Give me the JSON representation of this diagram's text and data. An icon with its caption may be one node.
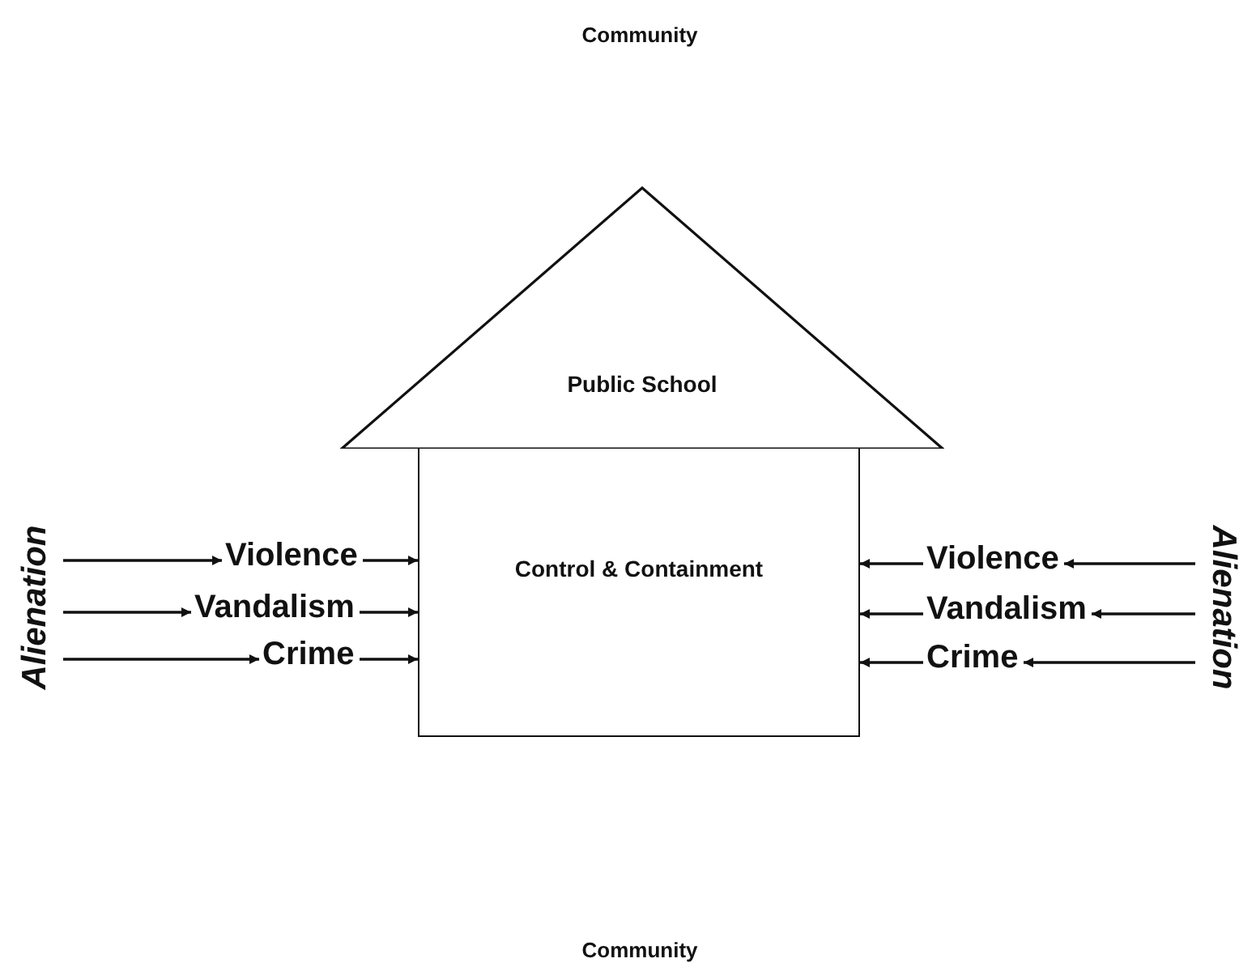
{
  "diagram": {
    "nodes": [
      {
        "text": [
          "Public School"
        ]
      },
      {
        "text": [
          "Control & Containment"
        ]
      },
      {
        "text": [
          "Alienation"
        ]
      },
      {
        "text": [
          "Violence"
        ]
      },
      {
        "text": [
          "Vandalism"
        ]
      },
      {
        "text": [
          "Crime"
        ]
      },
      {
        "text": [
          "Violence"
        ]
      },
      {
        "text": [
          "Vandalism"
        ]
      },
      {
        "text": [
          "Crime"
        ]
      },
      {
        "text": [
          "Alienation"
        ]
      }
    ],
    "edges": [
      {
        "from": 2,
        "to": 3,
        "arrow": "to"
      },
      {
        "from": 2,
        "to": 4,
        "arrow": "to"
      },
      {
        "from": 2,
        "to": 5,
        "arrow": "to"
      },
      {
        "from": 3,
        "to": 1,
        "arrow": "to"
      },
      {
        "from": 4,
        "to": 1,
        "arrow": "to"
      },
      {
        "from": 5,
        "to": 1,
        "arrow": "to"
      },
      {
        "from": 9,
        "to": 6,
        "arrow": "to"
      },
      {
        "from": 9,
        "to": 7,
        "arrow": "to"
      },
      {
        "from": 9,
        "to": 8,
        "arrow": "to"
      },
      {
        "from": 6,
        "to": 1,
        "arrow": "to"
      },
      {
        "from": 7,
        "to": 1,
        "arrow": "to"
      },
      {
        "from": 8,
        "to": 1,
        "arrow": "to"
      }
    ],
    "labels": [
      "Community",
      "Community"
    ]
  }
}
